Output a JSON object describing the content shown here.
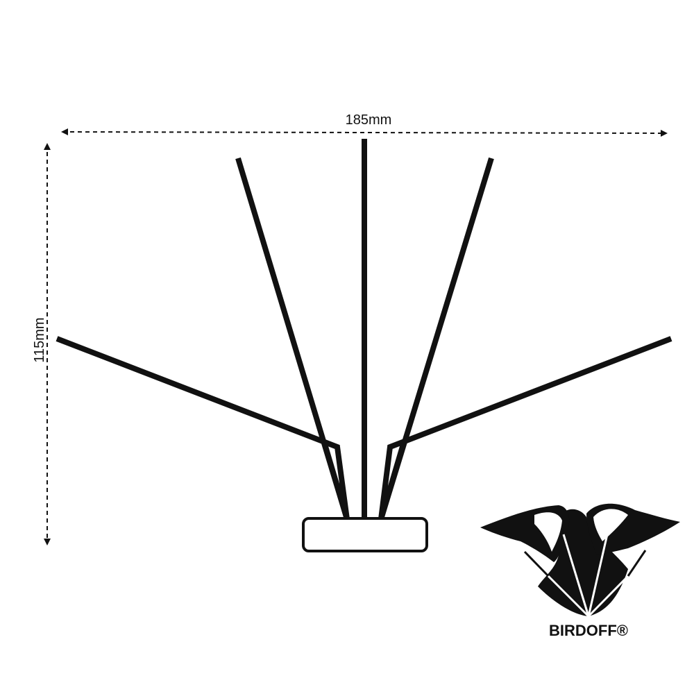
{
  "dimensions": {
    "width_label": "185mm",
    "height_label": "115mm"
  },
  "logo": {
    "brand": "BIRDOFF®"
  },
  "colors": {
    "ink": "#111111",
    "background": "#ffffff"
  }
}
